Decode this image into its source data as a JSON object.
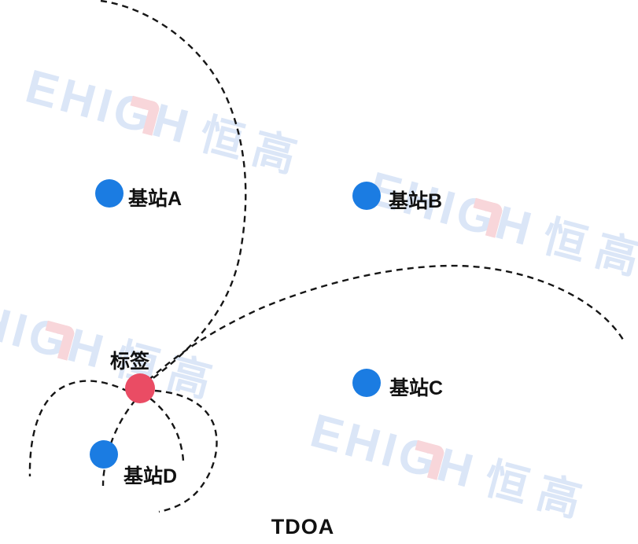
{
  "title": "TDOA",
  "tag": {
    "label": "标签"
  },
  "stations": [
    {
      "id": "A",
      "label": "基站A"
    },
    {
      "id": "B",
      "label": "基站B"
    },
    {
      "id": "C",
      "label": "基站C"
    },
    {
      "id": "D",
      "label": "基站D"
    }
  ],
  "watermark": {
    "latin": "EHIGH",
    "cjk": "恒高"
  },
  "colors": {
    "station_dot": "#1b7ce2",
    "tag_dot": "#ea4c64",
    "curve": "#161616",
    "watermark_blue": "#dbe6f7",
    "watermark_red_accent": "#f8d6da",
    "label_text": "#111111",
    "background": "#ffffff"
  }
}
